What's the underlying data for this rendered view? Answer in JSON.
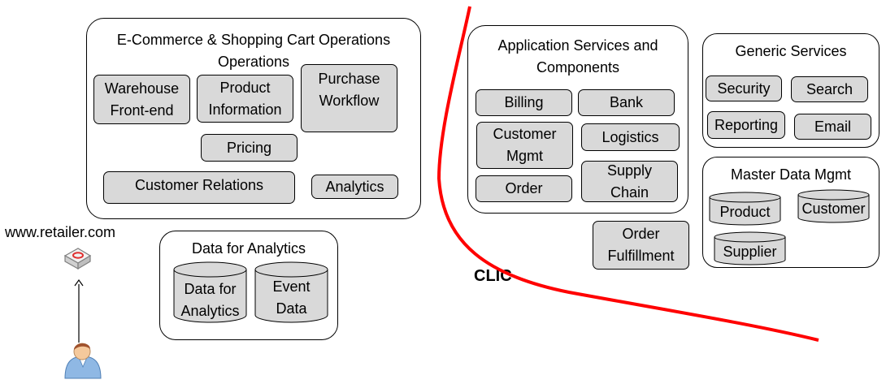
{
  "ecommerce": {
    "title": [
      "E-Commerce & Shopping Cart Operations",
      "Operations"
    ],
    "warehouse": [
      "Warehouse",
      "Front-end"
    ],
    "product_info": [
      "Product",
      "Information"
    ],
    "purchase": [
      "Purchase",
      "Workflow"
    ],
    "pricing": "Pricing",
    "crm": "Customer Relations",
    "analytics": "Analytics"
  },
  "data_analytics": {
    "title": "Data for Analytics",
    "cyl1": [
      "Data for",
      "Analytics"
    ],
    "cyl2": [
      "Event",
      "Data"
    ]
  },
  "app_services": {
    "title": [
      "Application Services and",
      "Components"
    ],
    "billing": "Billing",
    "bank": "Bank",
    "customer_mgmt": [
      "Customer",
      "Mgmt"
    ],
    "logistics": "Logistics",
    "order": "Order",
    "supply_chain": [
      "Supply",
      "Chain"
    ]
  },
  "order_fulfillment": [
    "Order",
    "Fulfillment"
  ],
  "generic": {
    "title": "Generic Services",
    "security": "Security",
    "search": "Search",
    "reporting": "Reporting",
    "email": "Email"
  },
  "master_data": {
    "title": "Master Data Mgmt",
    "product": "Product",
    "customer": "Customer",
    "supplier": "Supplier"
  },
  "website": "www.retailer.com",
  "clic_label": "CLIC",
  "colors": {
    "box_fill": "#d9d9d9",
    "clic_line": "#ff0000",
    "user": "#5b9bd5"
  },
  "icons": {
    "web": "web-server-icon",
    "user": "user-icon"
  }
}
